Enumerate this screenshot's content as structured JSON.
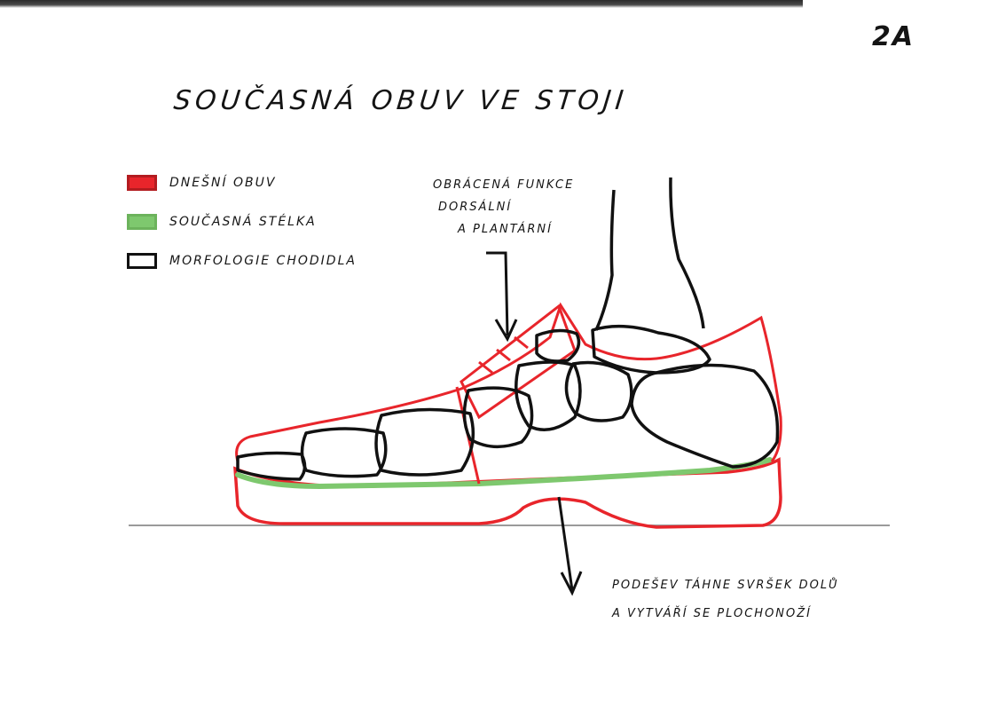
{
  "page_number": "2A",
  "title": "SOUČASNÁ OBUV VE STOJI",
  "legend": [
    {
      "label": "DNEŠNÍ OBUV",
      "swatch_color": "#e8252b",
      "border_color": "#b31c20"
    },
    {
      "label": "SOUČASNÁ STÉLKA",
      "swatch_color": "#7ec86e",
      "border_color": "#6cb35c"
    },
    {
      "label": "MORFOLOGIE CHODIDLA",
      "swatch_color": "#ffffff",
      "border_color": "#111111"
    }
  ],
  "annotation_top": [
    "OBRÁCENÁ FUNKCE",
    "DORSÁLNÍ",
    "A PLANTÁRNÍ"
  ],
  "annotation_bottom": [
    "PODEŠEV TÁHNE SVRŠEK DOLŮ",
    "A VYTVÁŘÍ SE PLOCHONOŽÍ"
  ],
  "colors": {
    "shoe": "#e8252b",
    "insole": "#7ec86e",
    "foot": "#111111",
    "ground": "#9a9a9a"
  }
}
